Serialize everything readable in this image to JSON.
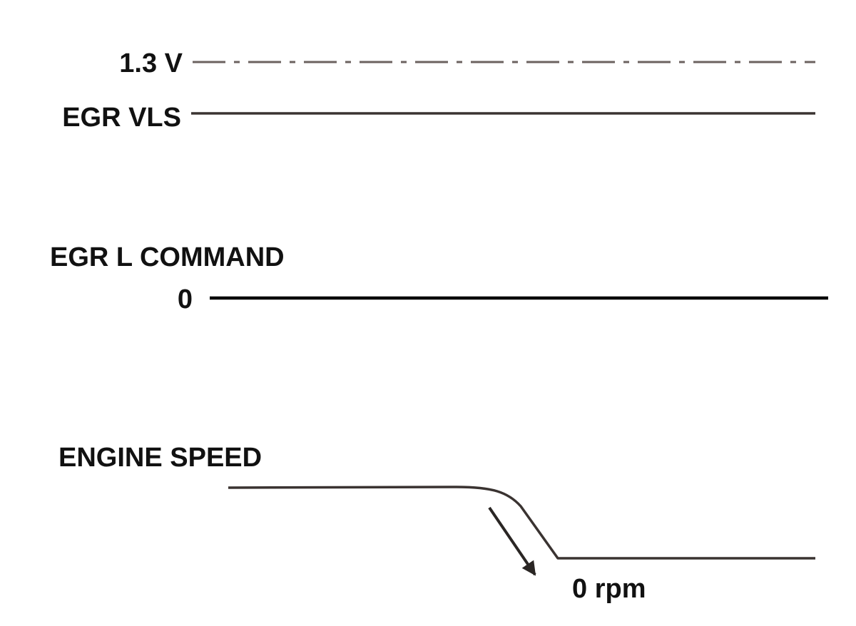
{
  "labels": {
    "ref_voltage": "1.3 V",
    "egr_vls": "EGR VLS",
    "egr_l_command": "EGR L COMMAND",
    "command_zero": "0",
    "engine_speed": "ENGINE SPEED",
    "zero_rpm": "0 rpm"
  },
  "colors": {
    "signal_line": "#3a3331",
    "reference_line": "#6b625f",
    "command_line": "#000000",
    "text": "#111111"
  }
}
